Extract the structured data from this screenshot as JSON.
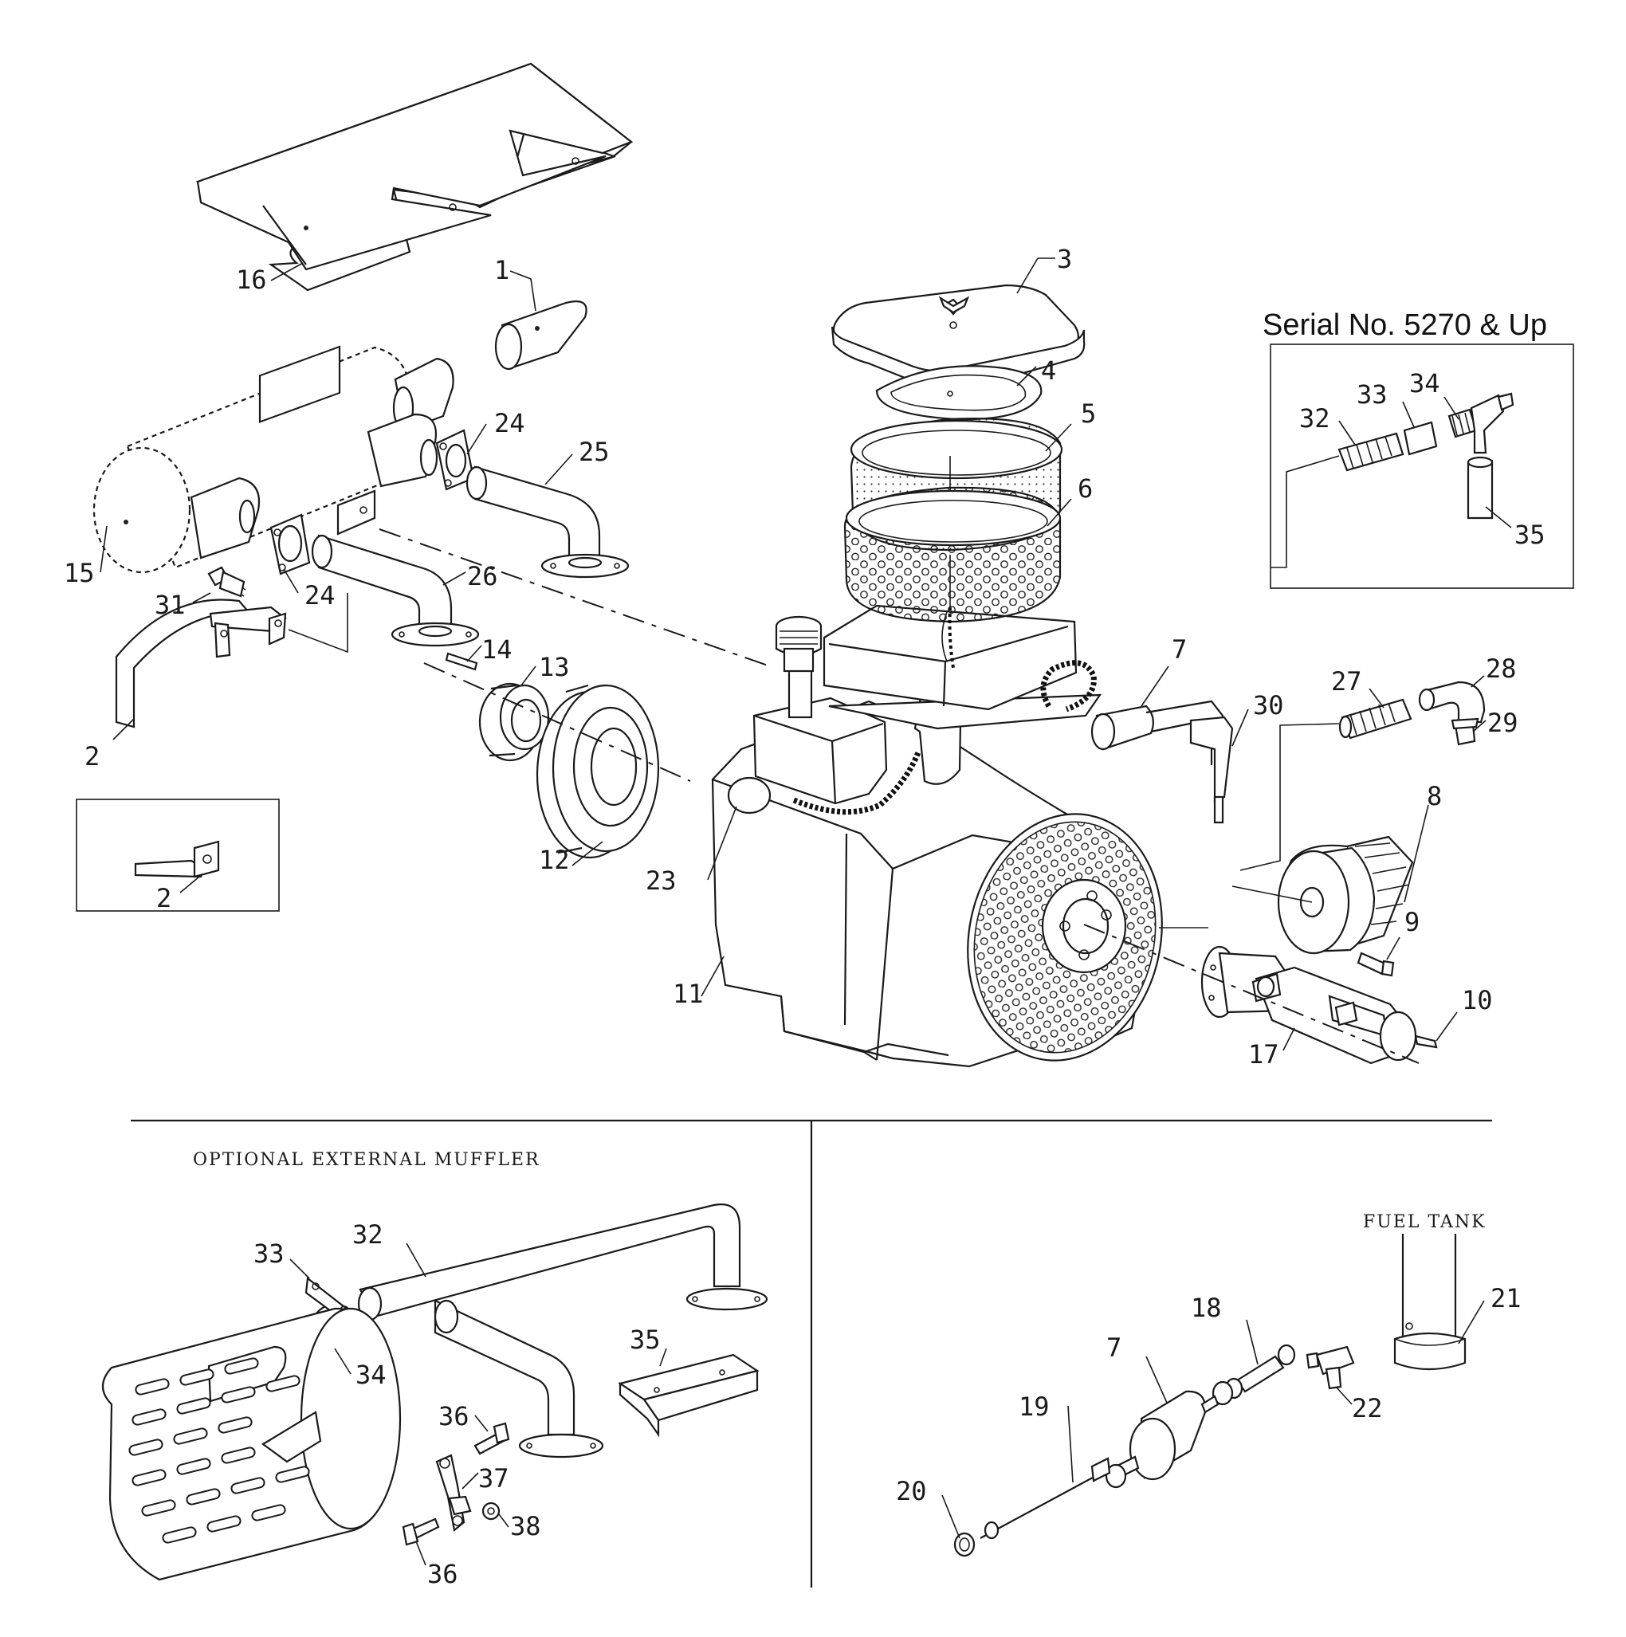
{
  "serial_label": "Serial No. 5270 & Up",
  "optional_muffler_label": "OPTIONAL EXTERNAL MUFFLER",
  "fuel_tank_label": "FUEL TANK",
  "callouts": {
    "c1": "1",
    "c2a": "2",
    "c2b": "2",
    "c3": "3",
    "c4": "4",
    "c5": "5",
    "c6": "6",
    "c7": "7",
    "c8": "8",
    "c9": "9",
    "c10": "10",
    "c11": "11",
    "c12": "12",
    "c13": "13",
    "c14": "14",
    "c15": "15",
    "c16": "16",
    "c17": "17",
    "c23": "23",
    "c24a": "24",
    "c24b": "24",
    "c25": "25",
    "c26": "26",
    "c27": "27",
    "c28": "28",
    "c29": "29",
    "c30": "30",
    "c31": "31",
    "s32": "32",
    "s33": "33",
    "s34": "34",
    "s35": "35",
    "m32": "32",
    "m33": "33",
    "m34": "34",
    "m35": "35",
    "m36a": "36",
    "m36b": "36",
    "m37": "37",
    "m38": "38",
    "f7": "7",
    "f18": "18",
    "f19": "19",
    "f20": "20",
    "f21": "21",
    "f22": "22"
  }
}
